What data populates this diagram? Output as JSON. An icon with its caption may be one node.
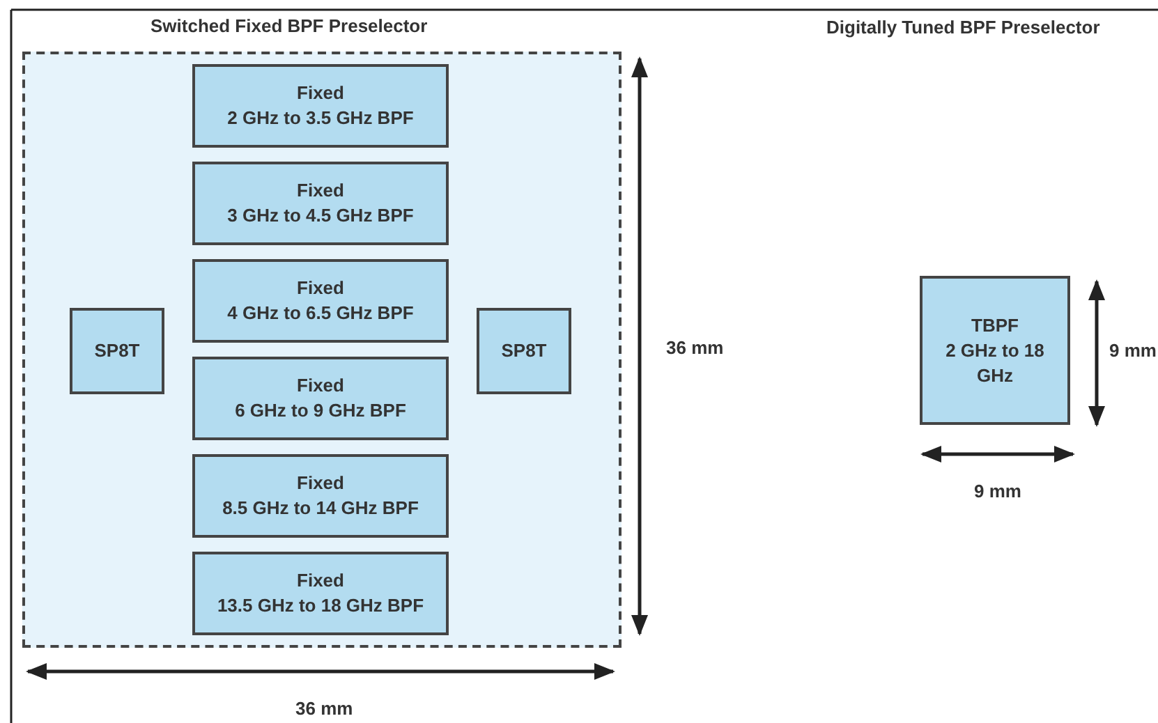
{
  "diagram": {
    "nodes": [
      {
        "text": [
          "Switched Fixed BPF Preselector"
        ]
      },
      {
        "text": [
          "Fixed",
          "2 GHz to 3.5 GHz BPF"
        ],
        "in": 0
      },
      {
        "text": [
          "Fixed",
          "3 GHz to 4.5 GHz BPF"
        ],
        "in": 0
      },
      {
        "text": [
          "Fixed",
          "4 GHz to 6.5 GHz BPF"
        ],
        "in": 0
      },
      {
        "text": [
          "Fixed",
          "6 GHz to 9 GHz BPF"
        ],
        "in": 0
      },
      {
        "text": [
          "Fixed",
          "8.5 GHz to 14 GHz BPF"
        ],
        "in": 0
      },
      {
        "text": [
          "Fixed",
          "13.5 GHz to 18 GHz BPF"
        ],
        "in": 0
      },
      {
        "text": [
          "SP8T"
        ],
        "in": 0
      },
      {
        "text": [
          "SP8T"
        ],
        "in": 0
      },
      {
        "text": [
          "TBPF",
          "2 GHz to 18 GHz"
        ]
      }
    ],
    "edges": [],
    "labels": [
      "Digitally Tuned BPF Preselector",
      "36 mm",
      "9 mm",
      "9 mm",
      "36 mm"
    ]
  }
}
